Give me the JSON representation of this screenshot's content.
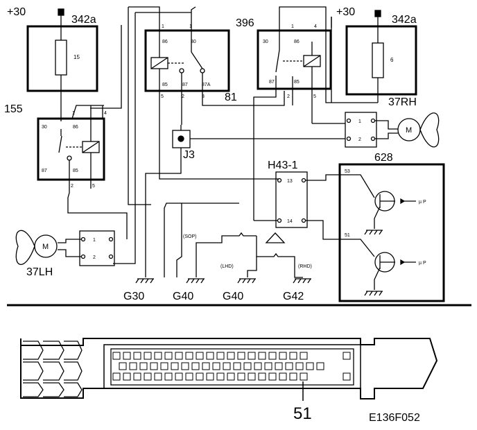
{
  "components": {
    "fuse_left": {
      "supply": "+30",
      "ref": "342a",
      "number": "15"
    },
    "fuse_right": {
      "supply": "+30",
      "ref": "342a",
      "number": "6"
    },
    "relay_left": {
      "ref": "155",
      "pins": {
        "p30": "30",
        "p86": "86",
        "p87": "87",
        "p85": "85",
        "t1": "1",
        "t4": "4",
        "t2": "2",
        "t5": "5"
      }
    },
    "relay_center": {
      "ref": "81",
      "pins": {
        "p86": "86",
        "p30": "30",
        "p85": "85",
        "p87": "87",
        "p87a": "87A",
        "t1a": "1",
        "t1b": "1",
        "t5": "5",
        "t2": "2",
        "t3": "3"
      }
    },
    "relay_right": {
      "ref": "396",
      "supply": "+30",
      "pins": {
        "p30": "30",
        "p86": "86",
        "p87": "87",
        "p85": "85",
        "t1": "1",
        "t4": "4",
        "t2": "2",
        "t5": "5"
      }
    },
    "fan_right": {
      "ref": "37RH",
      "motor": "M",
      "pins": [
        "1",
        "2"
      ]
    },
    "fan_left": {
      "ref": "37LH",
      "motor": "M",
      "pins": [
        "1",
        "2"
      ]
    },
    "junction": {
      "ref": "J3"
    },
    "connector": {
      "ref": "H43-1",
      "pins": [
        "13",
        "14"
      ]
    },
    "control_unit": {
      "ref": "628",
      "pins": [
        "53",
        "51"
      ],
      "input_label": "µ P"
    },
    "option_labels": {
      "sop": "(SOP)",
      "lhd": "(LHD)",
      "rhd": "(RHD)"
    },
    "grounds": [
      "G30",
      "G40",
      "G40",
      "G42"
    ],
    "pin_callout": "51",
    "figure_code": "E136F052"
  }
}
